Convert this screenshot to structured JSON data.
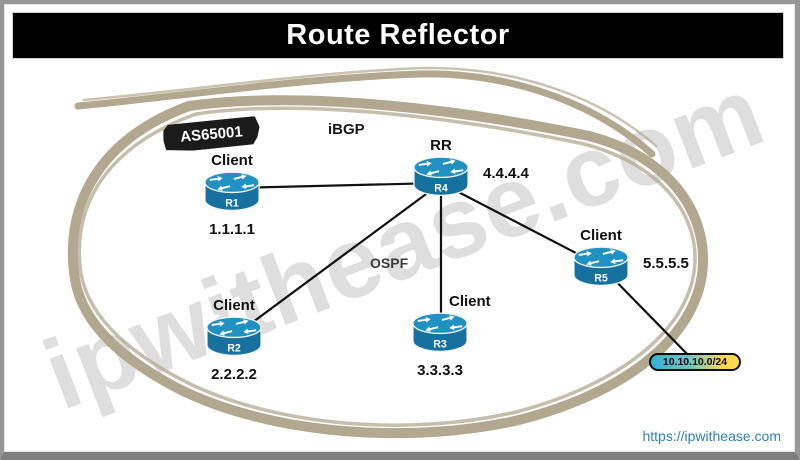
{
  "title": "Route Reflector",
  "watermark": "ipwithease.com",
  "footer_link": "https://ipwithease.com",
  "labels": {
    "as_number": "AS65001",
    "ibgp": "iBGP",
    "ospf": "OSPF"
  },
  "nodes": [
    {
      "id": "R1",
      "role": "Client",
      "name": "R1",
      "ip": "1.1.1.1"
    },
    {
      "id": "R4",
      "role": "RR",
      "name": "R4",
      "ip": "4.4.4.4"
    },
    {
      "id": "R5",
      "role": "Client",
      "name": "R5",
      "ip": "5.5.5.5"
    },
    {
      "id": "R2",
      "role": "Client",
      "name": "R2",
      "ip": "2.2.2.2"
    },
    {
      "id": "R3",
      "role": "Client",
      "name": "R3",
      "ip": "3.3.3.3"
    }
  ],
  "links": [
    {
      "from": "R1",
      "to": "R4"
    },
    {
      "from": "R4",
      "to": "R2"
    },
    {
      "from": "R4",
      "to": "R3"
    },
    {
      "from": "R4",
      "to": "R5"
    },
    {
      "from": "R5",
      "to": "10.10.10.0/24"
    }
  ],
  "subnet": {
    "label": "10.10.10.0/24"
  },
  "colors": {
    "router_top": "#2191c1",
    "router_body": "#17719f",
    "scribble": "#b2a890",
    "subnet_left": "#2ab5d8",
    "subnet_right": "#ffd84b",
    "footer_blue": "#2d7fc0",
    "title_bg": "#000000"
  }
}
